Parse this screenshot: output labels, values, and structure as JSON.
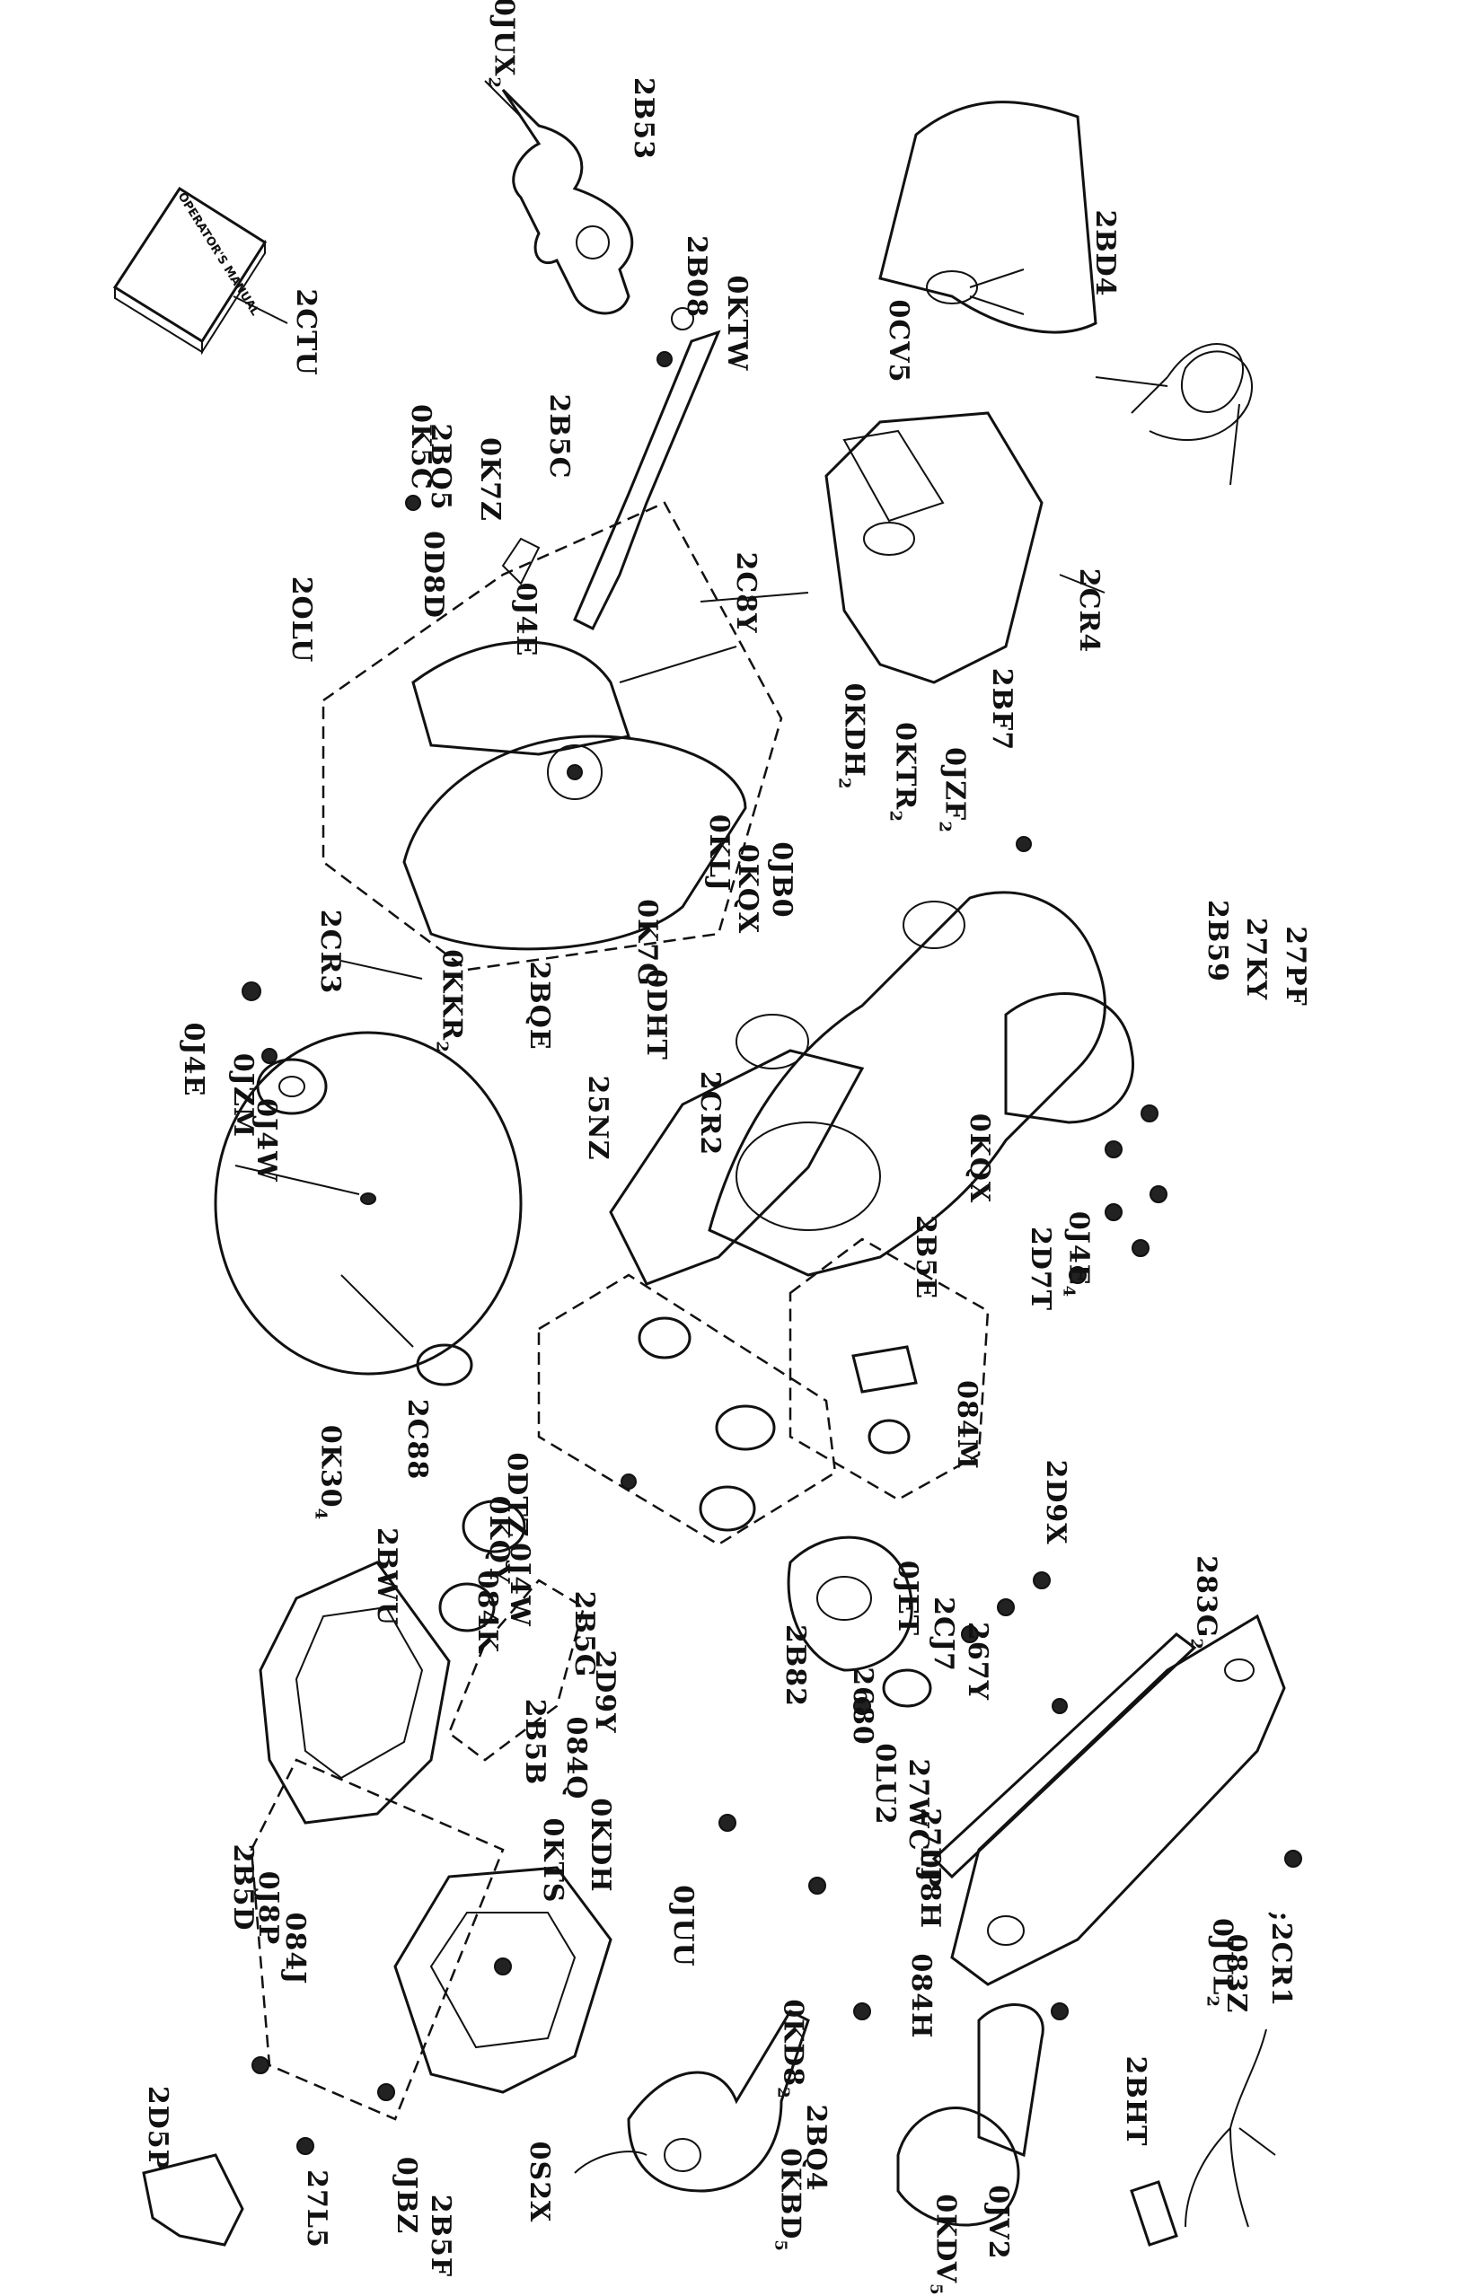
{
  "manual_text": "OPERATOR'S MANUAL",
  "labels": [
    {
      "id": "0JUX",
      "sub": "2"
    },
    {
      "id": "2B53",
      "sub": ""
    },
    {
      "id": "2B08",
      "sub": ""
    },
    {
      "id": "0KTW",
      "sub": ""
    },
    {
      "id": "0CV5",
      "sub": ""
    },
    {
      "id": "2BD4",
      "sub": ""
    },
    {
      "id": "2CTU",
      "sub": ""
    },
    {
      "id": "2B5C",
      "sub": ""
    },
    {
      "id": "0K5C",
      "sub": ""
    },
    {
      "id": "0K7Z",
      "sub": ""
    },
    {
      "id": "0D8D",
      "sub": ""
    },
    {
      "id": "0J4E",
      "sub": ""
    },
    {
      "id": "2OLU",
      "sub": ""
    },
    {
      "id": "2C8Y",
      "sub": ""
    },
    {
      "id": "2CR4",
      "sub": ""
    },
    {
      "id": "2BF7",
      "sub": ""
    },
    {
      "id": "0KDH",
      "sub": "2"
    },
    {
      "id": "0KTR",
      "sub": "2"
    },
    {
      "id": "0JZF",
      "sub": "2"
    },
    {
      "id": "2CR3",
      "sub": ""
    },
    {
      "id": "0KLJ",
      "sub": ""
    },
    {
      "id": "0KQX",
      "sub": ""
    },
    {
      "id": "0JB0",
      "sub": ""
    },
    {
      "id": "0K7G",
      "sub": ""
    },
    {
      "id": "0KKR",
      "sub": "2"
    },
    {
      "id": "0DHT",
      "sub": ""
    },
    {
      "id": "2BQE",
      "sub": ""
    },
    {
      "id": "2B59",
      "sub": ""
    },
    {
      "id": "27KY",
      "sub": ""
    },
    {
      "id": "27PF",
      "sub": ""
    },
    {
      "id": "0J4E",
      "sub": ""
    },
    {
      "id": "0JZM",
      "sub": ""
    },
    {
      "id": "0J4W",
      "sub": ""
    },
    {
      "id": "25NZ",
      "sub": ""
    },
    {
      "id": "2CR2",
      "sub": ""
    },
    {
      "id": "0KQX",
      "sub": ""
    },
    {
      "id": "2B5E",
      "sub": ""
    },
    {
      "id": "2D7T",
      "sub": ""
    },
    {
      "id": "0J4E",
      "sub": "4"
    },
    {
      "id": "0K30",
      "sub": "4"
    },
    {
      "id": "2C88",
      "sub": ""
    },
    {
      "id": "0DTZ",
      "sub": ""
    },
    {
      "id": "0KQY",
      "sub": ""
    },
    {
      "id": "0J4W",
      "sub": ""
    },
    {
      "id": "084K",
      "sub": ""
    },
    {
      "id": "084M",
      "sub": ""
    },
    {
      "id": "2D9X",
      "sub": ""
    },
    {
      "id": "283G",
      "sub": "2"
    },
    {
      "id": "2BWU",
      "sub": ""
    },
    {
      "id": "2B5G",
      "sub": ""
    },
    {
      "id": "2D9Y",
      "sub": ""
    },
    {
      "id": "0JET",
      "sub": ""
    },
    {
      "id": "2CJ7",
      "sub": ""
    },
    {
      "id": "267Y",
      "sub": ""
    },
    {
      "id": "2B82",
      "sub": ""
    },
    {
      "id": "2680",
      "sub": ""
    },
    {
      "id": "2B5B",
      "sub": ""
    },
    {
      "id": "084Q",
      "sub": ""
    },
    {
      "id": "0KDH",
      "sub": ""
    },
    {
      "id": "0KTS",
      "sub": ""
    },
    {
      "id": "0LU2",
      "sub": ""
    },
    {
      "id": "27WC",
      "sub": ""
    },
    {
      "id": "27LP",
      "sub": ""
    },
    {
      "id": "0J8H",
      "sub": ""
    },
    {
      "id": "0JUU",
      "sub": ""
    },
    {
      "id": ";2CR1",
      "sub": ""
    },
    {
      "id": "0JUL",
      "sub": "2"
    },
    {
      "id": "2B5D",
      "sub": ""
    },
    {
      "id": "0J8P",
      "sub": ""
    },
    {
      "id": "084J",
      "sub": ""
    },
    {
      "id": "084H",
      "sub": ""
    },
    {
      "id": "0KD8",
      "sub": "2"
    },
    {
      "id": "2BQ4",
      "sub": ""
    },
    {
      "id": "083Z",
      "sub": ""
    },
    {
      "id": "2BHT",
      "sub": ""
    },
    {
      "id": "2D5P",
      "sub": ""
    },
    {
      "id": "27L5",
      "sub": ""
    },
    {
      "id": "0JBZ",
      "sub": ""
    },
    {
      "id": "2B5F",
      "sub": ""
    },
    {
      "id": "0S2X",
      "sub": ""
    },
    {
      "id": "0KBD",
      "sub": "5"
    },
    {
      "id": "0JV2",
      "sub": ""
    },
    {
      "id": "0KDV",
      "sub": "5"
    },
    {
      "id": "2BQ5",
      "sub": ""
    }
  ]
}
